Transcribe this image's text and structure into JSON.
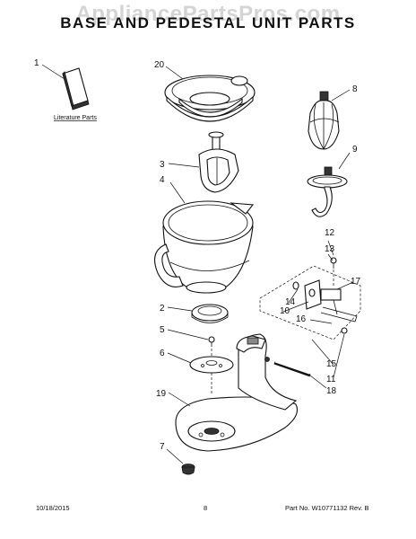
{
  "header": {
    "watermark": "AppliancePartsPros.com",
    "title": "BASE AND PEDESTAL UNIT PARTS"
  },
  "literature_label": "Literature Parts",
  "callouts": [
    "1",
    "2",
    "3",
    "4",
    "5",
    "6",
    "7",
    "8",
    "9",
    "10",
    "11",
    "12",
    "13",
    "14",
    "15",
    "16",
    "17",
    "18",
    "19",
    "20"
  ],
  "footer": {
    "date": "10/18/2015",
    "page": "8",
    "part_no": "Part No. W10771132  Rev. B"
  }
}
